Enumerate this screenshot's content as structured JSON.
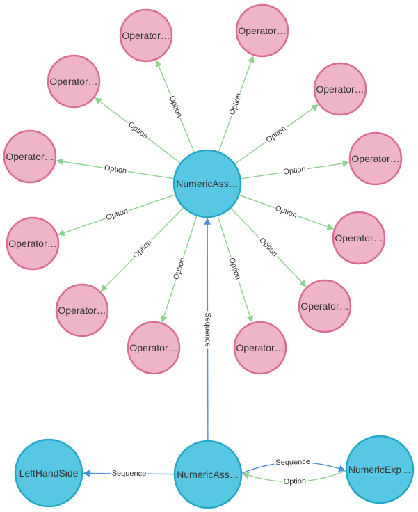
{
  "colors": {
    "option_node_fill": "#eeb4c8",
    "option_node_stroke": "#d96b95",
    "main_node_fill": "#57c7e3",
    "main_node_stroke": "#23a7c7",
    "option_edge": "#8fd18f",
    "sequence_edge": "#4a90d9"
  },
  "nodes": [
    {
      "id": "center",
      "label": "NumericAss…",
      "kind": "main"
    },
    {
      "id": "op1",
      "label": "Operator…",
      "kind": "option"
    },
    {
      "id": "op2",
      "label": "Operator…",
      "kind": "option"
    },
    {
      "id": "op3",
      "label": "Operator…",
      "kind": "option"
    },
    {
      "id": "op4",
      "label": "Operator…",
      "kind": "option"
    },
    {
      "id": "op5",
      "label": "Operator…",
      "kind": "option"
    },
    {
      "id": "op6",
      "label": "Operator…",
      "kind": "option"
    },
    {
      "id": "op7",
      "label": "Operator…",
      "kind": "option"
    },
    {
      "id": "op8",
      "label": "Operator…",
      "kind": "option"
    },
    {
      "id": "op9",
      "label": "Operator…",
      "kind": "option"
    },
    {
      "id": "op10",
      "label": "Operator…",
      "kind": "option"
    },
    {
      "id": "op11",
      "label": "Operator…",
      "kind": "option"
    },
    {
      "id": "op12",
      "label": "Operator…",
      "kind": "option"
    },
    {
      "id": "bottom",
      "label": "NumericAss…",
      "kind": "main"
    },
    {
      "id": "lhs",
      "label": "LeftHandSide",
      "kind": "main"
    },
    {
      "id": "expr",
      "label": "NumericExp…",
      "kind": "main"
    }
  ],
  "edges": [
    {
      "from": "center",
      "to": "op1",
      "label": "Option",
      "kind": "option"
    },
    {
      "from": "center",
      "to": "op2",
      "label": "Option",
      "kind": "option"
    },
    {
      "from": "center",
      "to": "op3",
      "label": "Option",
      "kind": "option"
    },
    {
      "from": "center",
      "to": "op4",
      "label": "Option",
      "kind": "option"
    },
    {
      "from": "center",
      "to": "op5",
      "label": "Option",
      "kind": "option"
    },
    {
      "from": "center",
      "to": "op6",
      "label": "Option",
      "kind": "option"
    },
    {
      "from": "center",
      "to": "op7",
      "label": "Option",
      "kind": "option"
    },
    {
      "from": "center",
      "to": "op8",
      "label": "Option",
      "kind": "option"
    },
    {
      "from": "center",
      "to": "op9",
      "label": "Option",
      "kind": "option"
    },
    {
      "from": "center",
      "to": "op10",
      "label": "Option",
      "kind": "option"
    },
    {
      "from": "center",
      "to": "op11",
      "label": "Option",
      "kind": "option"
    },
    {
      "from": "center",
      "to": "op12",
      "label": "Option",
      "kind": "option"
    },
    {
      "from": "bottom",
      "to": "center",
      "label": "Sequence",
      "kind": "sequence"
    },
    {
      "from": "bottom",
      "to": "lhs",
      "label": "Sequence",
      "kind": "sequence"
    },
    {
      "from": "bottom",
      "to": "expr",
      "label": "Sequence",
      "kind": "sequence"
    },
    {
      "from": "expr",
      "to": "bottom",
      "label": "Option",
      "kind": "option"
    }
  ]
}
